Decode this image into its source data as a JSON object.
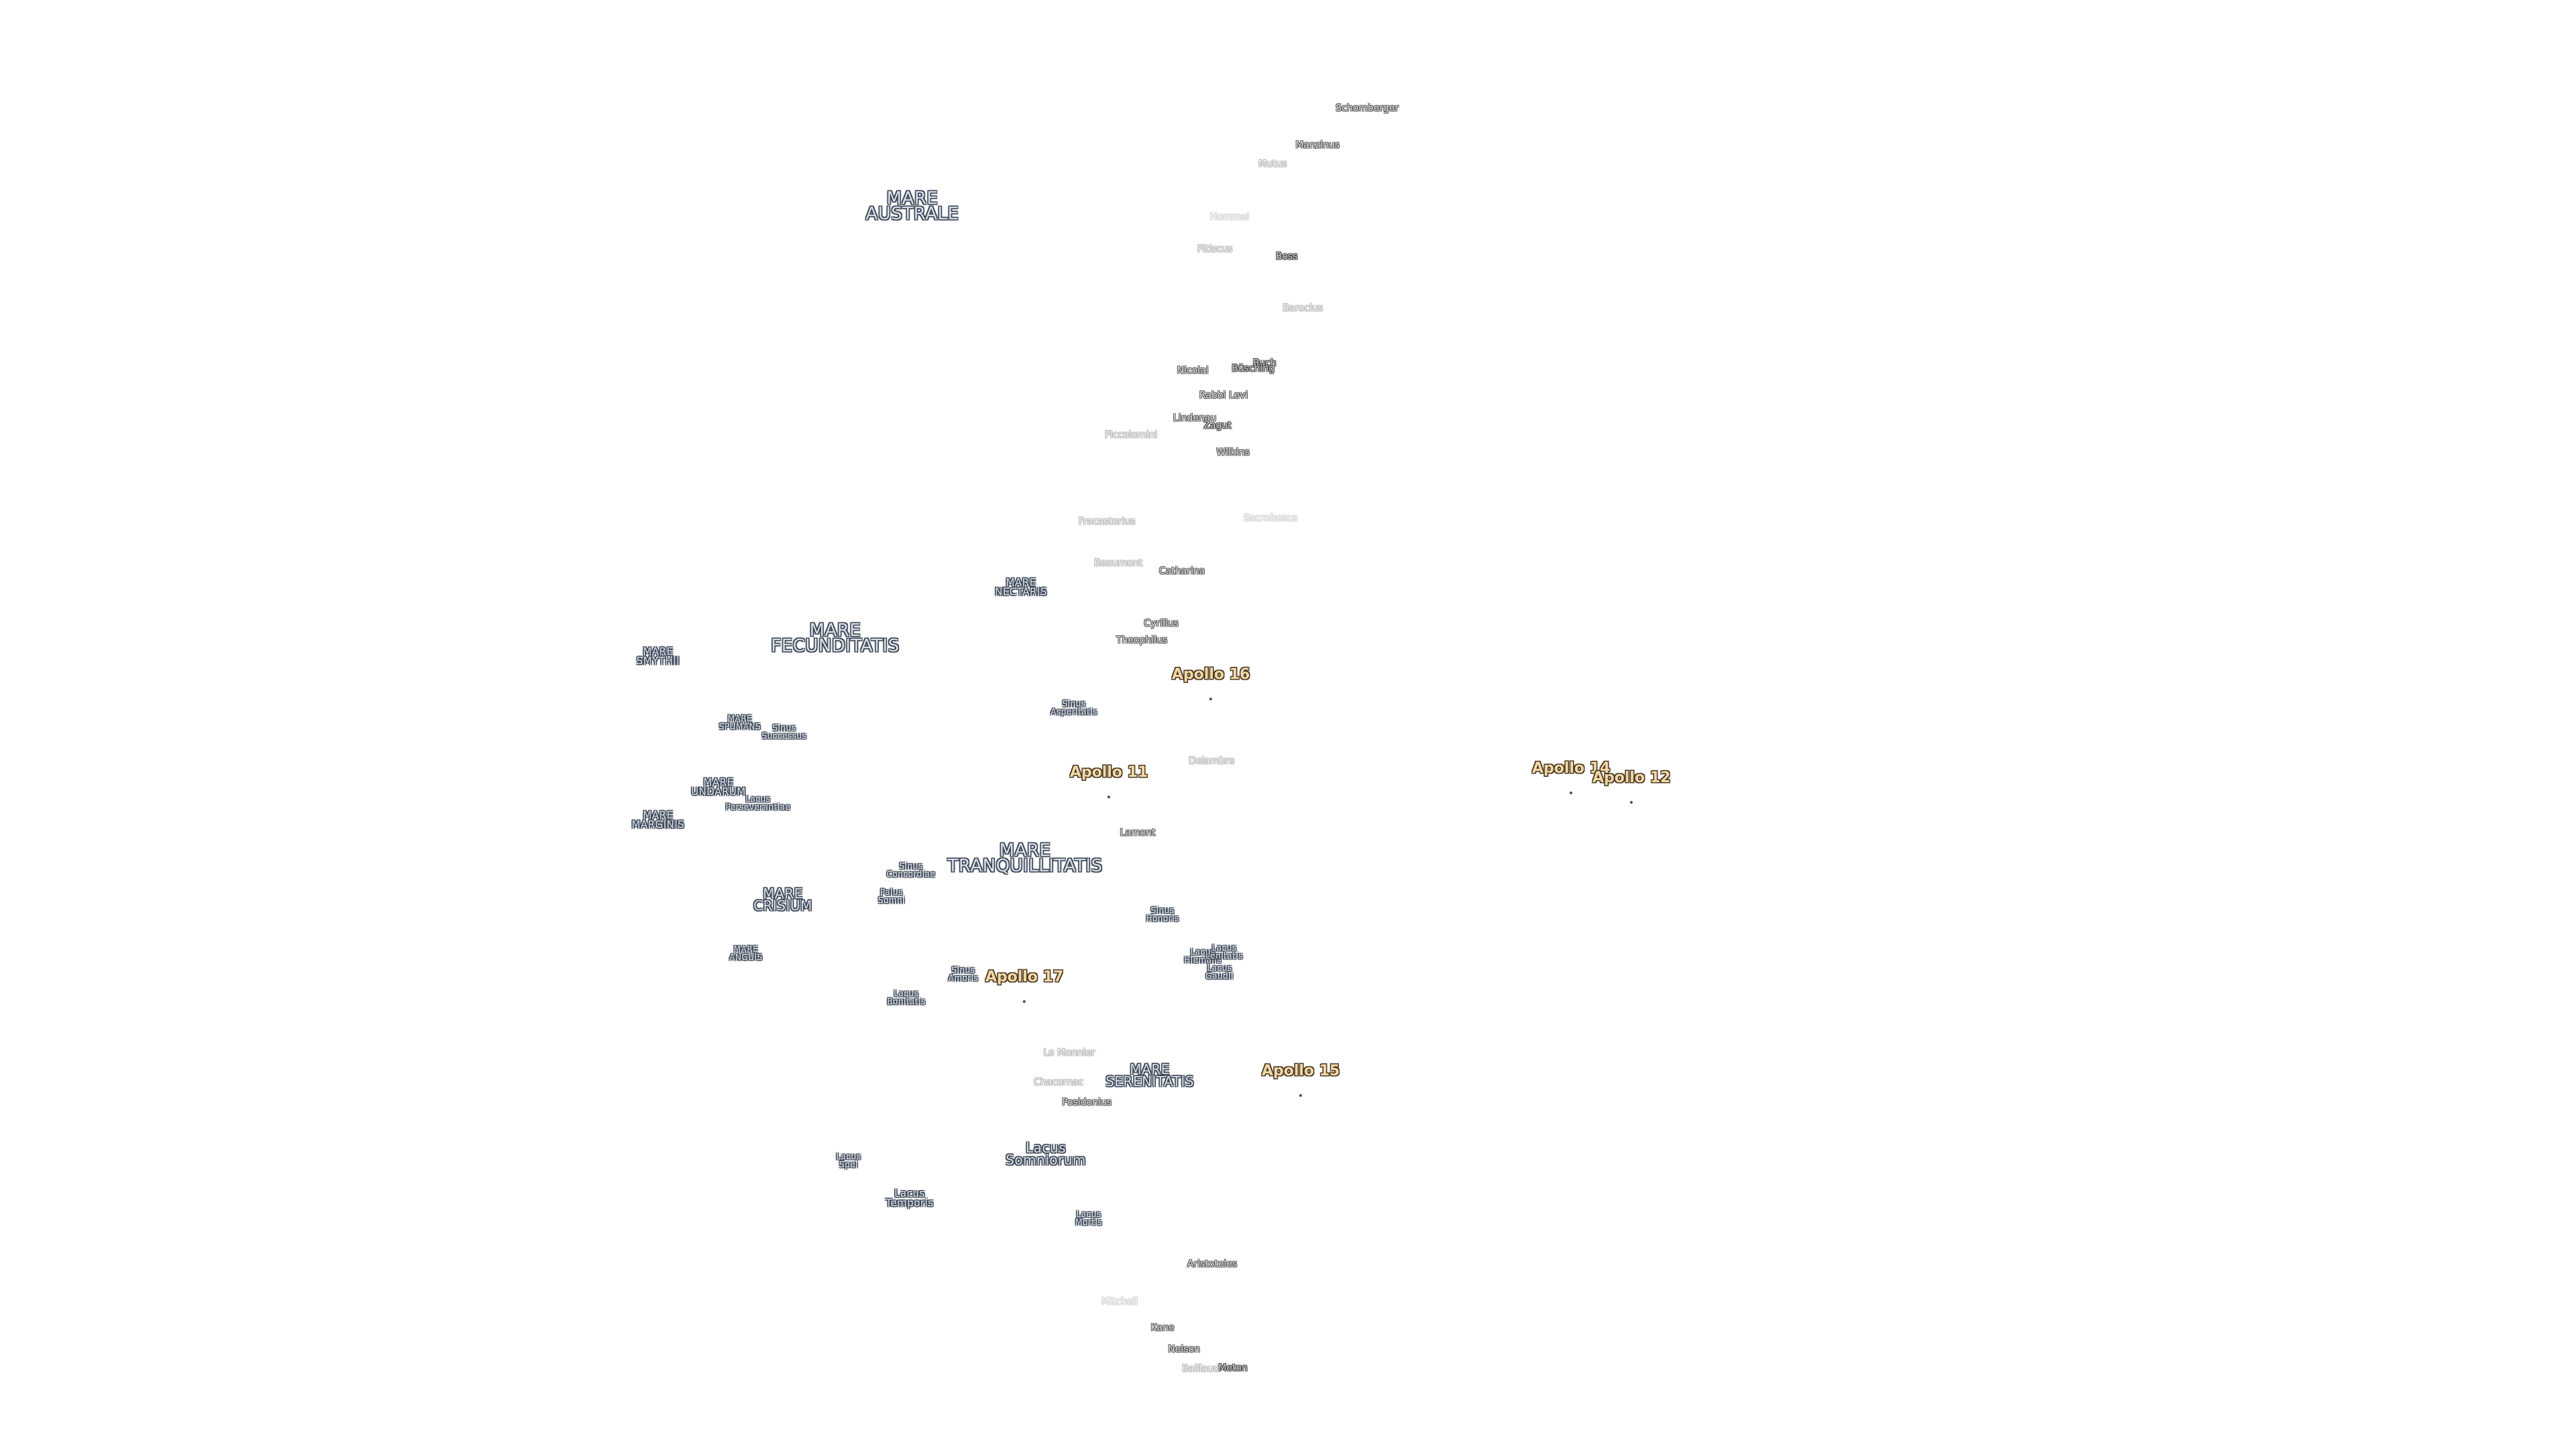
{
  "map": {
    "colors": {
      "background": "#ffffff",
      "sea_label_fill": "#d9e0ea",
      "sea_label_outline": "#3a4453",
      "crater_label_fill": "#e2e2e2",
      "apollo_label_fill": "#f3d8a6",
      "apollo_label_outline": "#4b3a24"
    },
    "seas": {
      "mare_australe": "MARE\nAUSTRALE",
      "mare_nectaris": "MARE\nNECTARIS",
      "mare_fecunditatis": "MARE\nFECUNDITATIS",
      "mare_smythii": "MARE\nSMYTHII",
      "mare_spumans": "MARE\nSPUMANS",
      "sinus_successus": "Sinus\nSuccessus",
      "mare_undarum": "MARE\nUNDARUM",
      "lacus_perseverantiae": "Lacus\nPerseverantiae",
      "mare_marginis": "MARE\nMARGINIS",
      "sinus_asperitatis": "Sinus\nAsperitatis",
      "mare_tranquillitatis": "MARE\nTRANQUILLITATIS",
      "sinus_concordiae": "Sinus\nConcordiae",
      "palus_somni": "Palus\nSomni",
      "mare_crisium": "MARE\nCRISIUM",
      "sinus_honoris": "Sinus\nHonoris",
      "lacus_hiemalis": "Lacus\nHiemalis",
      "lacus_lenitatis": "Lacus\nLenitatis",
      "lacus_gaudii": "Lacus\nGaudii",
      "mare_anguis": "MARE\nANGUIS",
      "sinus_amoris": "Sinus\nAmoris",
      "lacus_bonitatis": "Lacus\nBonitatis",
      "mare_serenitatis": "MARE\nSERENITATIS",
      "lacus_somniorum": "Lacus\nSomniorum",
      "lacus_spei": "Lacus\nSpei",
      "lacus_temporis": "Lacus\nTemporis",
      "lacus_mortis": "Lacus\nMortis"
    },
    "craters": {
      "schomberger": "Schomberger",
      "manzinus": "Manzinus",
      "mutus": "Mutus",
      "hommel": "Hommel",
      "pitiscus": "Pitiscus",
      "boss": "Boss",
      "barocius": "Barocius",
      "nicolai": "Nicolai",
      "buch": "Buch",
      "busching": "Büsching",
      "rabbi_levi": "Rabbi Levi",
      "lindenau": "Lindenau",
      "zagut": "Zagut",
      "piccolomini": "Piccolomini",
      "wilkins": "Wilkins",
      "fracastorius": "Fracastorius",
      "sacrobosco": "Sacrobosco",
      "beaumont": "Beaumont",
      "catharina": "Catharina",
      "cyrillus": "Cyrillus",
      "theophilus": "Theophilus",
      "delambre": "Delambre",
      "lamont": "Lamont",
      "le_monnier": "Le Monnier",
      "chacornac": "Chacornac",
      "posidonius": "Posidonius",
      "aristoteles": "Aristoteles",
      "mitchell": "Mitchell",
      "kane": "Kane",
      "neison": "Neison",
      "baillaud": "Baillaud",
      "meton": "Meton"
    },
    "apollo": {
      "apollo_16": "Apollo 16",
      "apollo_11": "Apollo 11",
      "apollo_14": "Apollo 14",
      "apollo_12": "Apollo 12",
      "apollo_17": "Apollo 17",
      "apollo_15": "Apollo 15"
    }
  }
}
